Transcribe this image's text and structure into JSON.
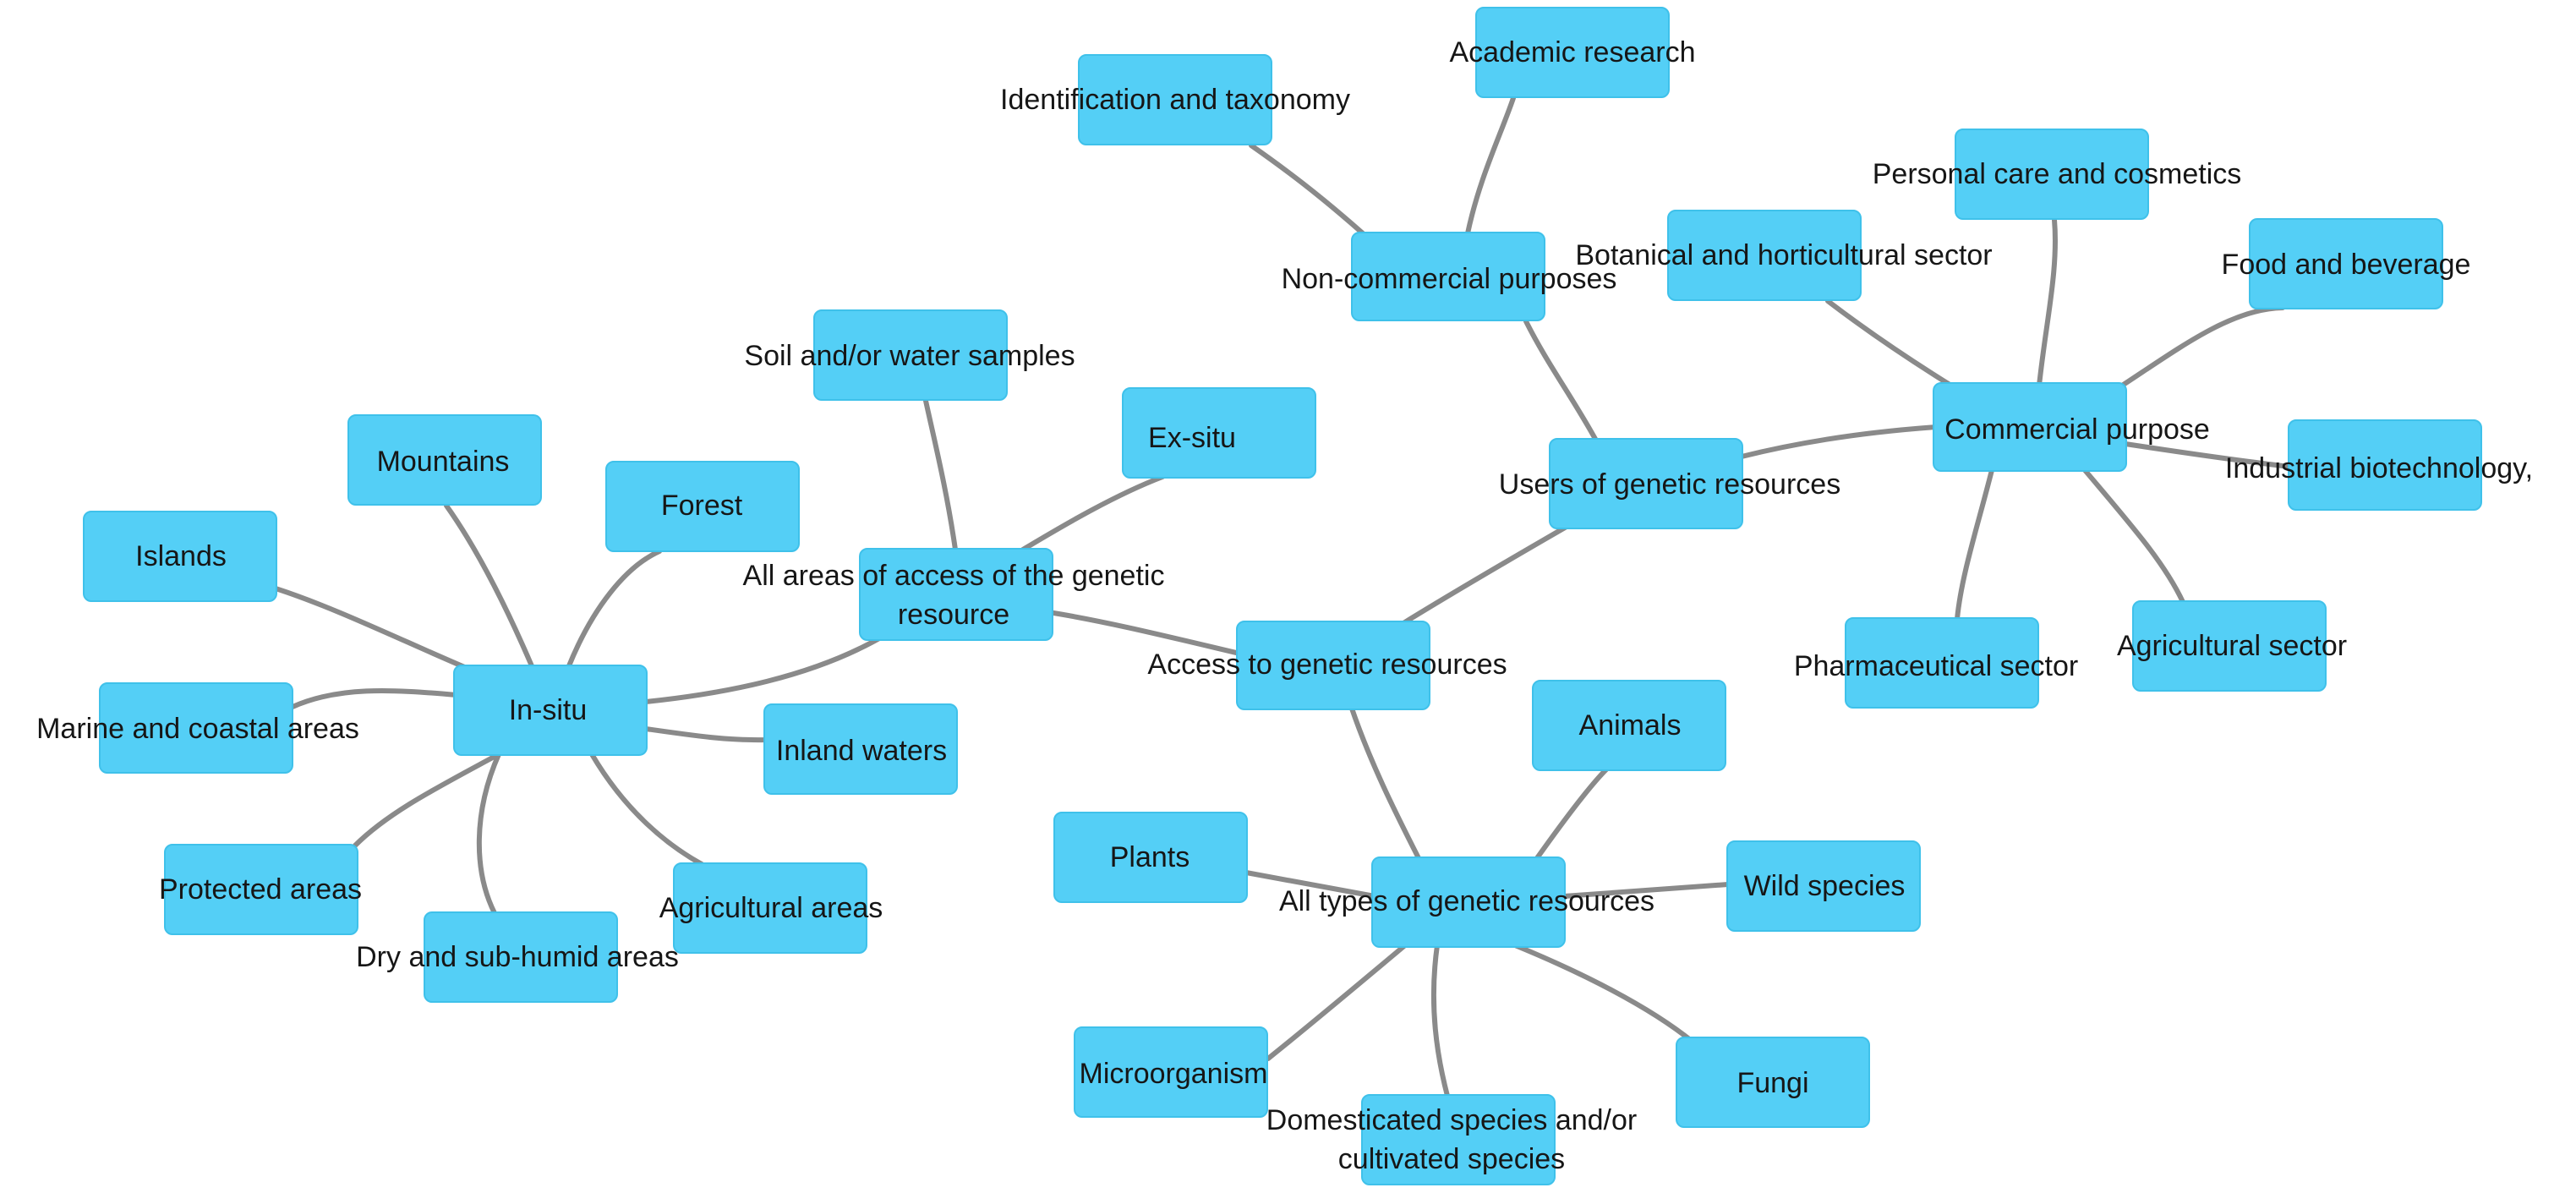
{
  "theme": {
    "node_fill": "#54cff6",
    "node_border": "#3fc1ea",
    "edge_color": "#8a8a8a",
    "text_color": "#161616"
  },
  "diagram": {
    "nodes": {
      "access": "Access to genetic resources",
      "users": "Users of genetic resources",
      "areas": "All areas of access of the genetic\nresource",
      "types": "All types of genetic resources",
      "noncommercial": "Non-commercial purposes",
      "commercial": "Commercial purpose",
      "identification": "Identification and taxonomy",
      "academic": "Academic research",
      "botanical": "Botanical and horticultural sector",
      "personal_care": "Personal care and cosmetics",
      "food": "Food and beverage",
      "industrial": "Industrial biotechnology,",
      "pharma": "Pharmaceutical sector",
      "agri_sector": "Agricultural sector",
      "soil": "Soil and/or water samples",
      "exsitu": "Ex-situ",
      "insitu": "In-situ",
      "mountains": "Mountains",
      "forest": "Forest",
      "islands": "Islands",
      "marine": "Marine and coastal areas",
      "inland": "Inland waters",
      "protected": "Protected areas",
      "agri_areas": "Agricultural areas",
      "dry": "Dry and sub-humid areas",
      "plants": "Plants",
      "animals": "Animals",
      "wild": "Wild species",
      "micro": "Microorganism",
      "domesticated": "Domesticated species and/or\ncultivated species",
      "fungi": "Fungi"
    }
  }
}
